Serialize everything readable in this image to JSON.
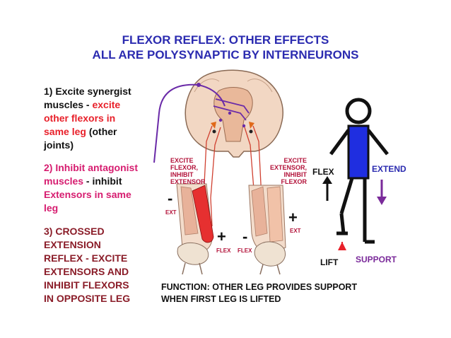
{
  "title": {
    "line1": "FLEXOR REFLEX: OTHER  EFFECTS",
    "line2": "ALL ARE POLYSYNAPTIC BY INTERNEURONS"
  },
  "items": {
    "one": {
      "a": "1) Excite synergist",
      "b": "muscles - ",
      "c": "excite",
      "d": "other flexors in",
      "e": "same leg",
      "f": " (other",
      "g": "joints)"
    },
    "two": {
      "a": "2) Inhibit antagonist",
      "b": "muscles",
      "c": " - inhibit",
      "d": "Extensors in same",
      "e": "leg"
    },
    "three": {
      "a": "3) CROSSED",
      "b": "EXTENSION",
      "c": "REFLEX - EXCITE",
      "d": "EXTENSORS AND",
      "e": "INHIBIT FLEXORS",
      "f": "IN OPPOSITE LEG"
    }
  },
  "diagram": {
    "left_label": {
      "l1": "EXCITE",
      "l2": "FLEXOR,",
      "l3": "INHIBIT",
      "l4": "EXTENSOR"
    },
    "right_label": {
      "l1": "EXCITE",
      "l2": "EXTENSOR,",
      "l3": "INHIBIT",
      "l4": "FLEXOR"
    },
    "minus_left": "-",
    "ext_left": "EXT",
    "plus_bottom": "+",
    "minus_bottom": "-",
    "flex_left": "FLEX",
    "flex_right": "FLEX",
    "plus_right": "+",
    "ext_right": "EXT"
  },
  "figure": {
    "flex": "FLEX",
    "extend": "EXTEND",
    "lift": "LIFT",
    "support": "SUPPORT"
  },
  "function": {
    "line1": "FUNCTION: OTHER LEG PROVIDES SUPPORT",
    "line2": "WHEN FIRST LEG IS LIFTED"
  },
  "colors": {
    "title": "#2b2bb0",
    "red": "#e8202a",
    "pink": "#d61c6f",
    "maroon": "#8a1c28",
    "neuron": "#6a2aa8",
    "torso": "#1f2ee0",
    "extend_arrow": "#7a2a9a"
  }
}
